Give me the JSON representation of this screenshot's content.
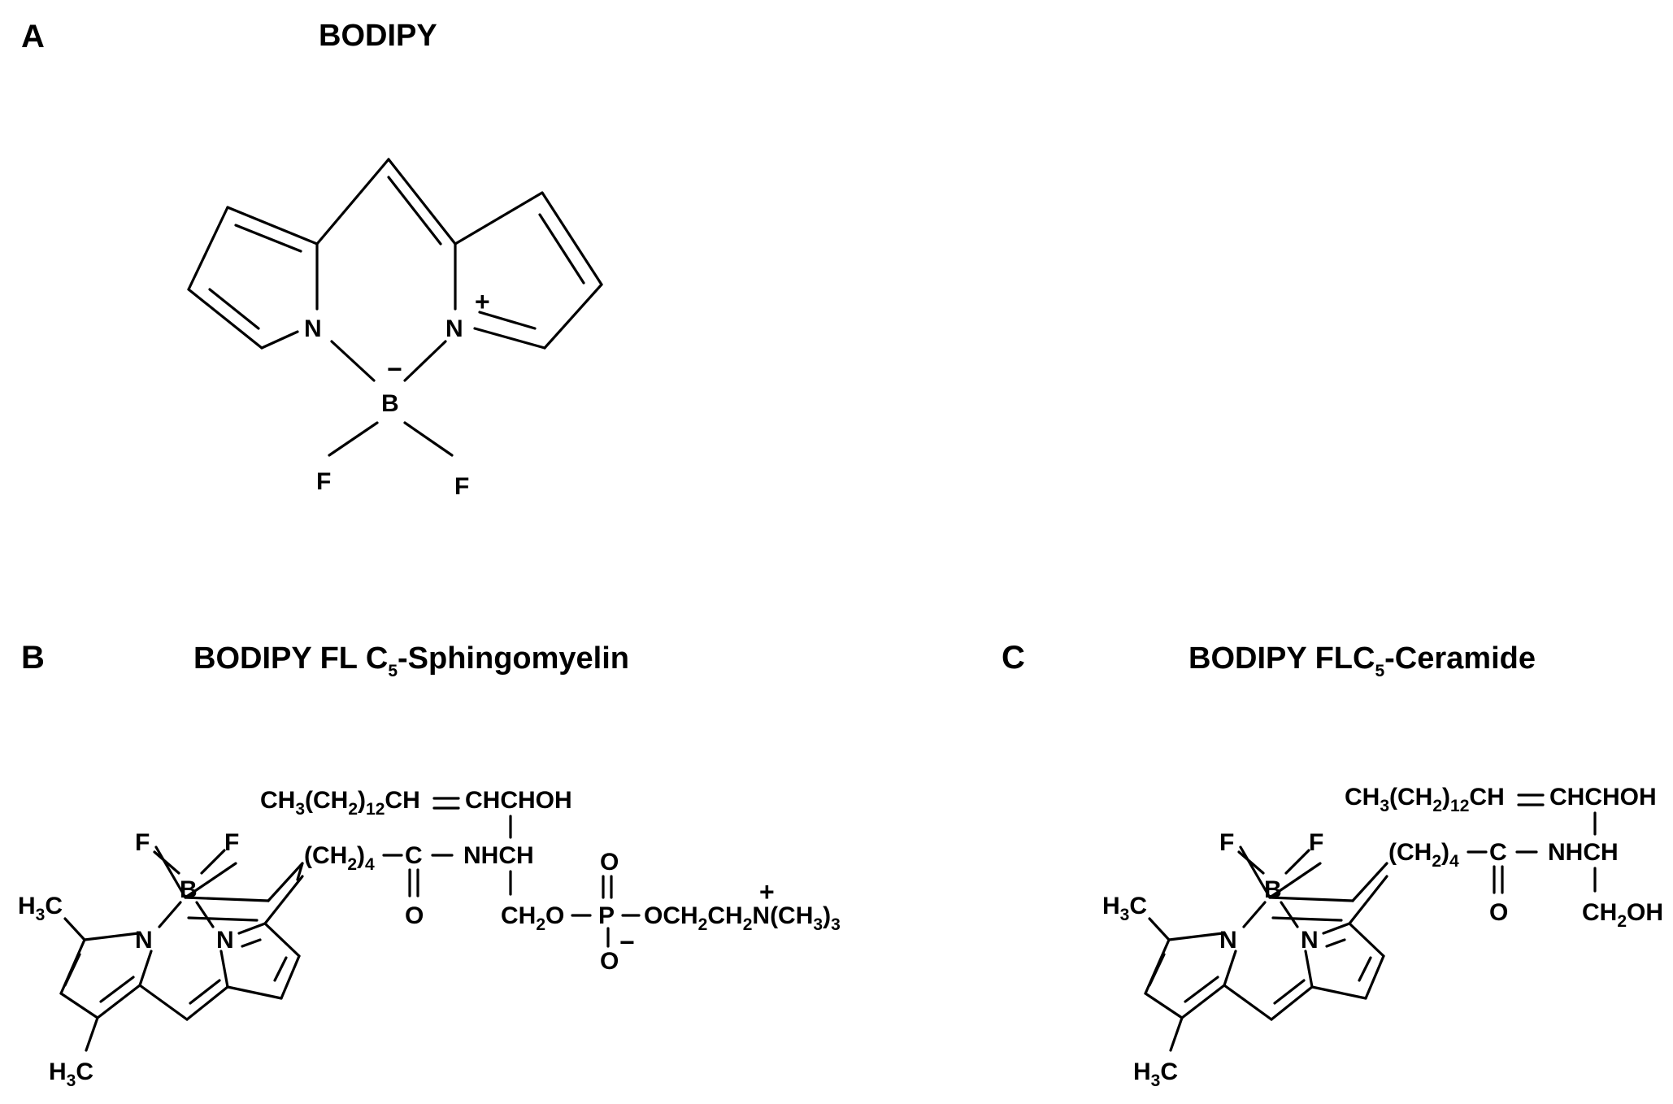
{
  "panel_a": {
    "letter": "A",
    "title": "BODIPY",
    "atoms": {
      "n_left": "N",
      "n_right": "N",
      "boron": "B",
      "f_left": "F",
      "f_right": "F"
    },
    "charges": {
      "plus": "+",
      "minus": "−"
    }
  },
  "panel_b": {
    "letter": "B",
    "title_main": "BODIPY FL C",
    "title_sub": "5",
    "title_rest": "-Sphingomyelin",
    "core": {
      "f_left": "F",
      "f_right": "F",
      "boron": "B",
      "n_left": "N",
      "n_right": "N",
      "me_top": "H",
      "me_top_sub": "3",
      "me_top_c": "C",
      "me_bot": "H",
      "me_bot_sub": "3",
      "me_bot_c": "C"
    },
    "chain": {
      "ch3": "CH",
      "ch3_sub": "3",
      "ch2": "(CH",
      "ch2_sub": "2",
      "ch2_close": ")",
      "ch2_n": "12",
      "ch_eq": "CH",
      "chchoh": "CHCHOH",
      "linker": "(CH",
      "linker_sub": "2",
      "linker_close": ")",
      "linker_n": "4",
      "carbon": "C",
      "nhch": "NHCH",
      "oxygen": "O"
    },
    "headgroup": {
      "ch2o": "CH",
      "ch2o_sub": "2",
      "ch2o_o": "O",
      "p": "P",
      "p_o_top": "O",
      "p_o_bot": "O",
      "minus": "−",
      "och2ch2": "OCH",
      "och2ch2_sub1": "2",
      "och2ch2_mid": "CH",
      "och2ch2_sub2": "2",
      "n": "N",
      "plus": "+",
      "nme": "(CH",
      "nme_sub": "3",
      "nme_close": ")",
      "nme_n": "3"
    }
  },
  "panel_c": {
    "letter": "C",
    "title_main": "BODIPY FLC",
    "title_sub": "5",
    "title_rest": "-Ceramide",
    "core": {
      "f_left": "F",
      "f_right": "F",
      "boron": "B",
      "n_left": "N",
      "n_right": "N",
      "me_top": "H",
      "me_top_sub": "3",
      "me_top_c": "C",
      "me_bot": "H",
      "me_bot_sub": "3",
      "me_bot_c": "C"
    },
    "chain": {
      "ch3": "CH",
      "ch3_sub": "3",
      "ch2": "(CH",
      "ch2_sub": "2",
      "ch2_close": ")",
      "ch2_n": "12",
      "ch_eq": "CH",
      "chchoh": "CHCHOH",
      "linker": "(CH",
      "linker_sub": "2",
      "linker_close": ")",
      "linker_n": "4",
      "carbon": "C",
      "nhch": "NHCH",
      "oxygen": "O",
      "ch2oh": "CH",
      "ch2oh_sub": "2",
      "ch2oh_oh": "OH"
    }
  }
}
